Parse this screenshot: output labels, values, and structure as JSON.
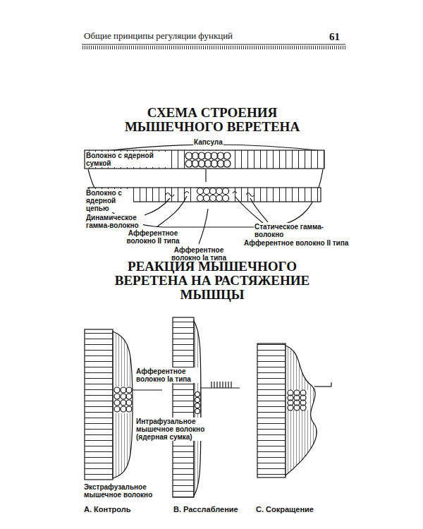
{
  "diagram": {
    "title": "СХЕМА СТРОЕНИЯ МЫШЕЧНОГО ВЕРЕТЕНА",
    "labels": [
      "Общие принципы регуляции функций",
      "61",
      "РЕАКЦИЯ МЫШЕЧНОГО ВЕРЕТЕНА НА РАСТЯЖЕНИЕ МЫШЦЫ",
      "Волокно с ядерной сумкой",
      "Капсула",
      "Волокно с ядерной цепью",
      "Динамическое гамма-волокно",
      "Афферентное волокно II типа",
      "Афферентное волокно Ia типа",
      "Статическое гамма-волокно",
      "Афферентное волокно II типа",
      "Афферентное волокно Ia типа",
      "Интрафузальное мышечное волокно (ядерная сумка)",
      "Экстрафузальное мышечное волокно",
      "А. Контроль",
      "В. Расслабление",
      "С. Сокращение"
    ]
  }
}
